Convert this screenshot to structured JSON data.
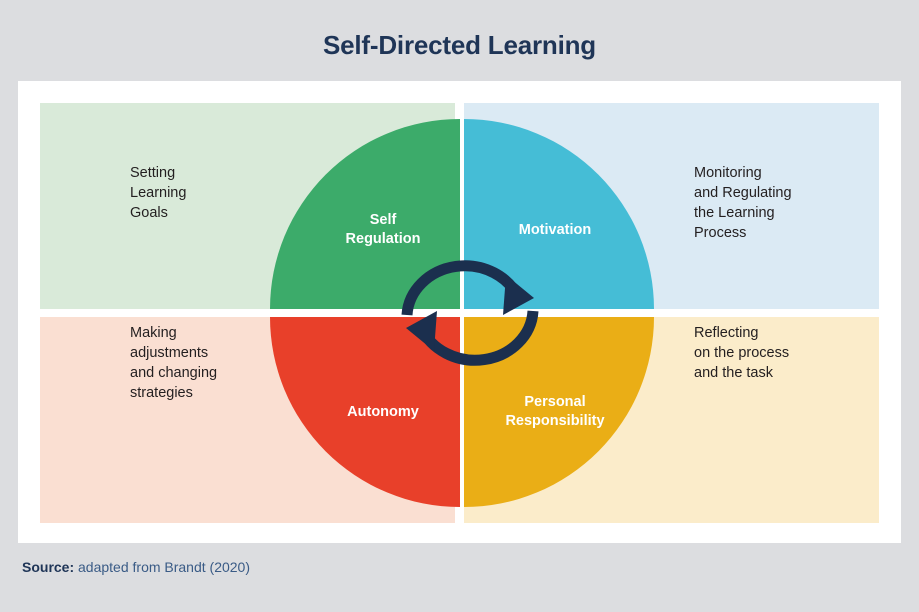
{
  "title": "Self-Directed Learning",
  "colors": {
    "page_background": "#dcdde0",
    "card_background": "#ffffff",
    "title_text": "#1f3557",
    "arrow": "#1b2f4e",
    "green": "#3cab6a",
    "green_light": "#d9ead9",
    "cyan": "#45bdd6",
    "blue_light": "#dbeaf4",
    "red": "#e8402a",
    "peach_light": "#fadfd2",
    "amber": "#eaae16",
    "cream_light": "#fbecca"
  },
  "quadrants": [
    {
      "id": "top-left",
      "sector_label": "Self\nRegulation",
      "description": "Setting\nLearning\nGoals",
      "sector_color": "#3cab6a",
      "panel_color": "#d9ead9"
    },
    {
      "id": "top-right",
      "sector_label": "Motivation",
      "description": "Monitoring\nand Regulating\nthe Learning\nProcess",
      "sector_color": "#45bdd6",
      "panel_color": "#dbeaf4"
    },
    {
      "id": "bottom-left",
      "sector_label": "Autonomy",
      "description": "Making\nadjustments\nand changing\nstrategies",
      "sector_color": "#e8402a",
      "panel_color": "#fadfd2"
    },
    {
      "id": "bottom-right",
      "sector_label": "Personal\nResponsibility",
      "description": "Reflecting\non the process\nand the task",
      "sector_color": "#eaae16",
      "panel_color": "#fbecca"
    }
  ],
  "cycle_arrows": {
    "icon": "circular-cycle-arrows-icon",
    "count": 2,
    "color": "#1b2f4e"
  },
  "source": {
    "label": "Source:",
    "text": " adapted from Brandt (2020)"
  }
}
